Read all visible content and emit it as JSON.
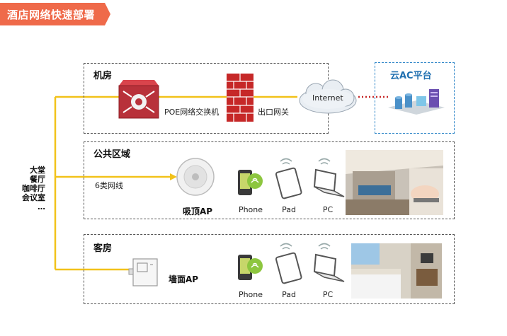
{
  "banner": {
    "title": "酒店网络快速部署"
  },
  "regions": {
    "machine_room": {
      "title": "机房"
    },
    "public_area": {
      "title": "公共区域"
    },
    "guest_room": {
      "title": "客房"
    }
  },
  "nodes": {
    "poe_switch": "POE网络交换机",
    "exit_gateway": "出口网关",
    "internet": "Internet",
    "cloud_ac": "云AC平台",
    "ceiling_ap": "吸顶AP",
    "wall_ap": "墙面AP",
    "cable": "6类网线"
  },
  "venues": [
    "大堂",
    "餐厅",
    "咖啡厅",
    "会议室",
    "…"
  ],
  "devices": {
    "public": [
      "Phone",
      "Pad",
      "PC"
    ],
    "guest": [
      "Phone",
      "Pad",
      "PC"
    ]
  },
  "colors": {
    "banner": "#ef6a4a",
    "cable": "#f2c21a",
    "firewall": "#c62828",
    "switch": "#b8313a",
    "cloud_border": "#2f86c8",
    "ac_title": "#1f6fb0"
  }
}
